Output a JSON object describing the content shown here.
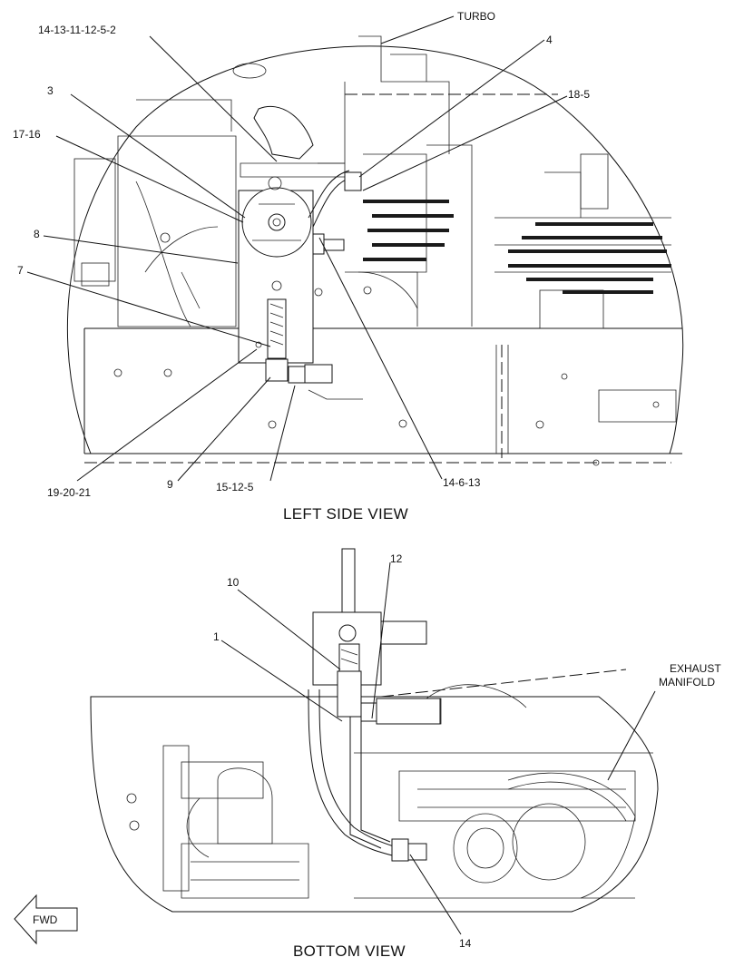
{
  "views": {
    "left_side": "LEFT SIDE VIEW",
    "bottom": "BOTTOM VIEW"
  },
  "callouts": {
    "turbo": "TURBO",
    "c_14_13_11_12_5_2": "14-13-11-12-5-2",
    "c_4": "4",
    "c_3": "3",
    "c_18_5": "18-5",
    "c_17_16": "17-16",
    "c_8": "8",
    "c_7": "7",
    "c_19_20_21": "19-20-21",
    "c_9": "9",
    "c_15_12_5": "15-12-5",
    "c_14_6_13": "14-6-13",
    "c_12": "12",
    "c_10": "10",
    "c_1": "1",
    "exhaust_line1": "EXHAUST",
    "exhaust_line2": "MANIFOLD",
    "c_14": "14"
  },
  "fwd": "FWD"
}
